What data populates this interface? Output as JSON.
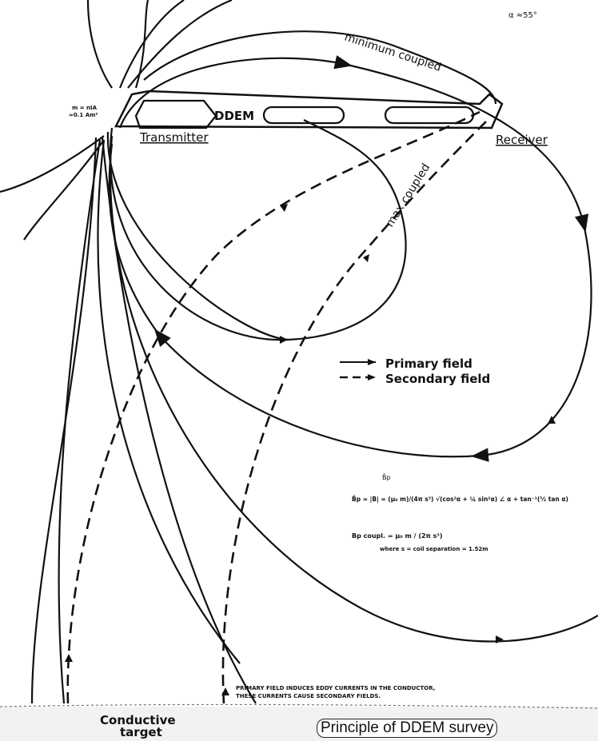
{
  "angle_note": "α ≈55°",
  "labels": {
    "minimum_coupled": "minimum coupled",
    "max_coupled": "max coupled",
    "instrument": "DDEM",
    "transmitter": "Transmitter",
    "receiver": "Receiver",
    "moment_line1": "m = nIA",
    "moment_line2": "≈0.1 Am²",
    "target_line1": "Conductive",
    "target_line2": "target"
  },
  "legend": {
    "primary": "Primary field",
    "secondary": "Secondary field"
  },
  "formulas": {
    "bp_symbol": "B̄p",
    "line1": "B̄p = |B| = (μ₀ m)/(4π s³) √(cos²α + ¼ sin²α)   ∠ α + tan⁻¹(½ tan α)",
    "line2": "Bp coupl. = μ₀ m / (2π s³)",
    "line3": "where s = coil separation = 1.52m"
  },
  "note": {
    "line1": "PRIMARY FIELD INDUCES EDDY CURRENTS IN THE CONDUCTOR,",
    "line2": "THESE CURRENTS CAUSE SECONDARY FIELDS."
  },
  "caption": "Principle of DDEM survey"
}
